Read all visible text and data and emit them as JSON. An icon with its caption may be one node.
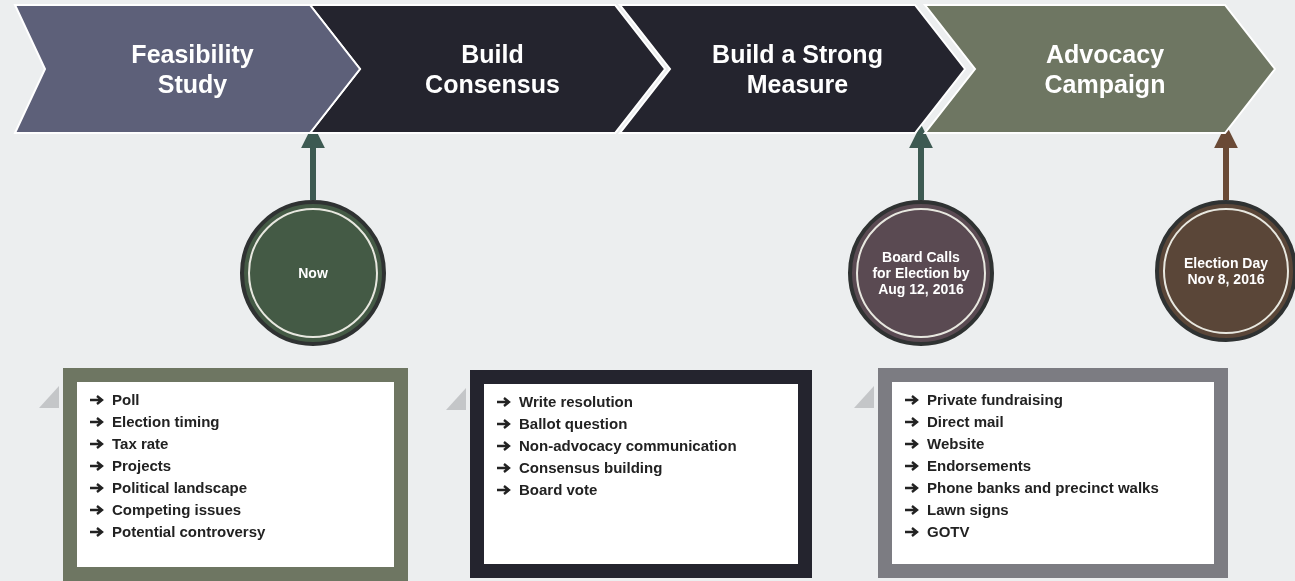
{
  "diagram": {
    "nodes": [
      {
        "text": [
          "Feasibility Study"
        ]
      },
      {
        "text": [
          "Build Consensus"
        ]
      },
      {
        "text": [
          "Build a Strong Measure"
        ]
      },
      {
        "text": [
          "Advocacy Campaign"
        ]
      },
      {
        "text": [
          "Now"
        ]
      },
      {
        "text": [
          "Board Calls for Election by Aug 12, 2016"
        ]
      },
      {
        "text": [
          "Election Day Nov 8, 2016"
        ]
      },
      {
        "text": [
          "Poll",
          "Election timing",
          "Tax rate",
          "Projects",
          "Political landscape",
          "Competing issues",
          "Potential controversy"
        ]
      },
      {
        "text": [
          "Write resolution",
          "Ballot question",
          "Non-advocacy communication",
          "Consensus building",
          "Board vote"
        ]
      },
      {
        "text": [
          "Private fundraising",
          "Direct mail",
          "Website",
          "Endorsements",
          "Phone banks and precinct walks",
          "Lawn signs",
          "GOTV"
        ]
      }
    ],
    "edges": [
      {
        "from": 4,
        "to": 1,
        "arrow": "to"
      },
      {
        "from": 5,
        "to": 2,
        "arrow": "to"
      },
      {
        "from": 6,
        "to": 3,
        "arrow": "to",
        "color": "#6a4a36"
      }
    ]
  }
}
